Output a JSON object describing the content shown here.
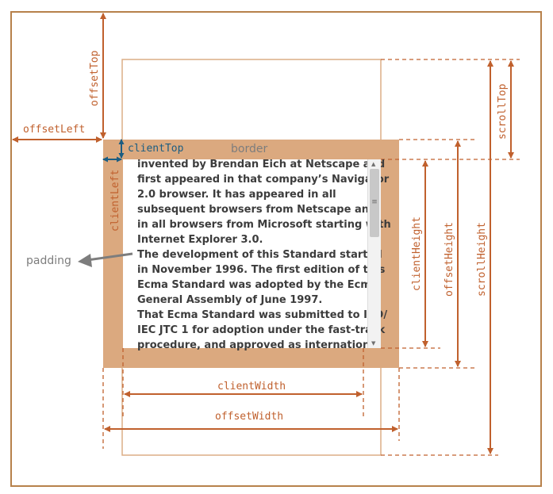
{
  "labels": {
    "offsetTop": "offsetTop",
    "offsetLeft": "offsetLeft",
    "clientTop": "clientTop",
    "clientLeft": "clientLeft",
    "border": "border",
    "padding": "padding",
    "clientHeight": "clientHeight",
    "offsetHeight": "offsetHeight",
    "scrollHeight": "scrollHeight",
    "scrollTop": "scrollTop",
    "clientWidth": "clientWidth",
    "offsetWidth": "offsetWidth"
  },
  "content_lines": [
    "invented by Brendan Eich at Netscape and",
    "first appeared in that company’s Navigator",
    "2.0 browser. It has appeared in all",
    "subsequent browsers from Netscape and",
    "in all browsers from Microsoft starting with",
    "Internet Explorer 3.0.",
    "The development of this Standard started",
    "in November 1996. The first edition of this",
    "Ecma Standard was adopted by the Ecma",
    "General Assembly of June 1997.",
    "That Ecma Standard was submitted to ISO/",
    "IEC JTC 1 for adoption under the fast-track",
    "procedure, and approved as international"
  ],
  "colors": {
    "measure": "#c0602d",
    "client_edge": "#1b5d82",
    "border_fill": "#dba97f",
    "frame": "#b7814b",
    "ghost_box": "#dcae86",
    "padding_arrow": "#7d7d7d"
  }
}
